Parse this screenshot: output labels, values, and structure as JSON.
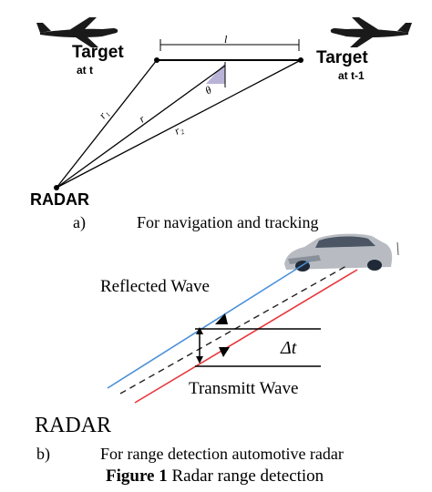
{
  "part_a": {
    "target_left": {
      "label": "Target",
      "sub": "at t"
    },
    "target_right": {
      "label": "Target",
      "sub": "at t-1"
    },
    "distance_label": "l",
    "angle_label": "θ",
    "range_labels": {
      "r1": "r₁",
      "r": "r",
      "r2": "r₂"
    },
    "radar_label": "RADAR",
    "caption_letter": "a)",
    "caption_text": "For navigation and tracking"
  },
  "part_b": {
    "reflected_label": "Reflected Wave",
    "transmit_label": "Transmitt Wave",
    "delta_label": "Δt",
    "radar_label": "RADAR",
    "caption_letter": "b)",
    "caption_text": "For range detection automotive radar",
    "colors": {
      "reflected": "#4a90d9",
      "transmitted": "#e8363a",
      "center": "#222222"
    }
  },
  "figure_caption": {
    "bold": "Figure 1",
    "text": " Radar range detection"
  }
}
